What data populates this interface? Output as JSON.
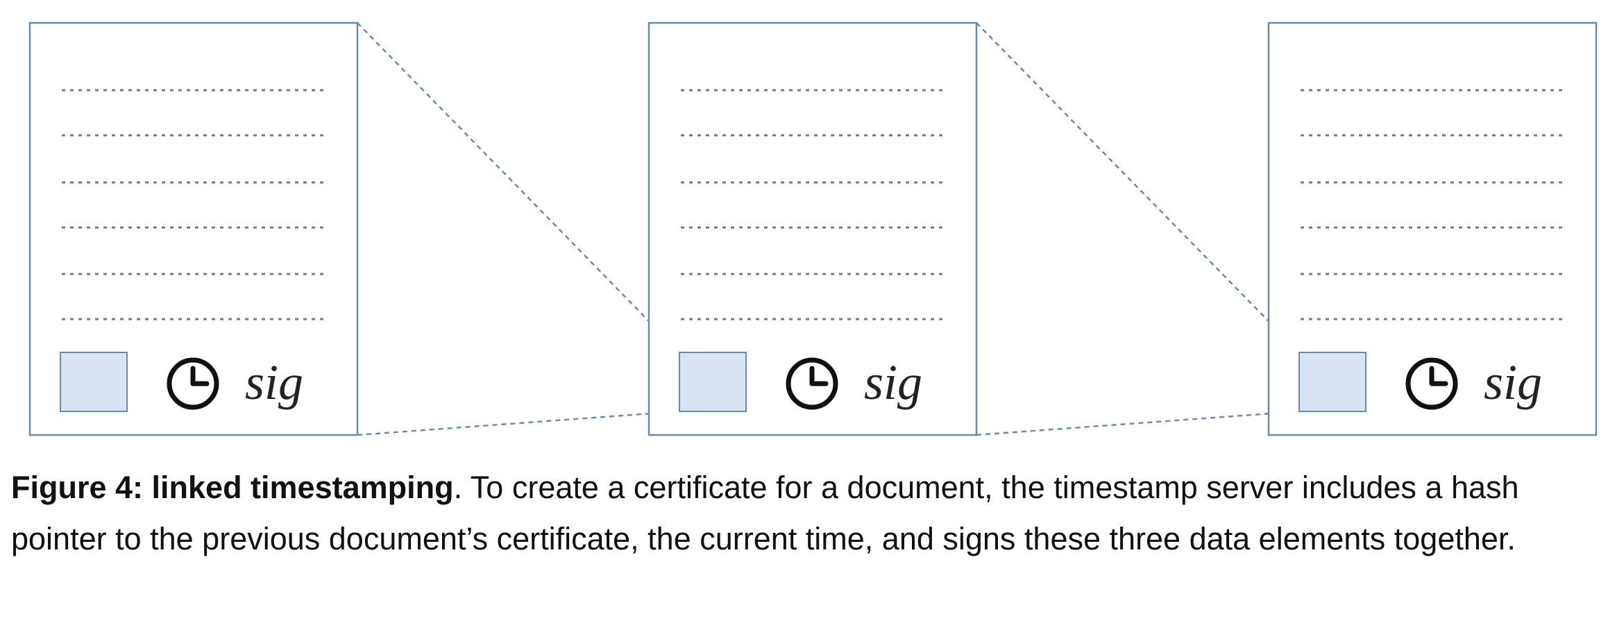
{
  "diagram": {
    "documents": [
      {
        "stamp_text": "sig",
        "stamp_icon": "clock-icon",
        "hash_box": "hash-pointer-box"
      },
      {
        "stamp_text": "sig",
        "stamp_icon": "clock-icon",
        "hash_box": "hash-pointer-box"
      },
      {
        "stamp_text": "sig",
        "stamp_icon": "clock-icon",
        "hash_box": "hash-pointer-box"
      }
    ],
    "colors": {
      "border": "#6b8aa8",
      "connector": "#6b8aa8",
      "hash_fill": "#dae3f1",
      "dotted_line": "#7a7a7a",
      "icon": "#111111"
    }
  },
  "caption": {
    "label": "Figure 4: linked timestamping",
    "text": ". To create a certificate for a document, the timestamp server includes a hash pointer to the previous document’s certificate, the current time, and signs these three data elements together."
  }
}
